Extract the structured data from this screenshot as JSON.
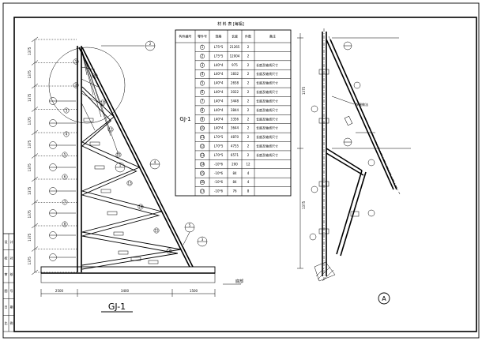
{
  "drawing": {
    "main_label": "GJ-1",
    "detail_marker": "A",
    "ground_label": "底部",
    "bottom_dims": [
      "2500",
      "3400",
      "1500"
    ],
    "left_dims": [
      "1375",
      "1375",
      "1375",
      "1375",
      "1375",
      "1375",
      "1375",
      "1375",
      "1375",
      "1375"
    ],
    "right_dims": [
      "1375",
      "1375"
    ],
    "callouts": [
      "1",
      "2",
      "3",
      "4",
      "5",
      "6",
      "7",
      "8",
      "9",
      "10",
      "11",
      "12",
      "13",
      "14",
      "15",
      "16"
    ],
    "weld_note": "焊缝做法"
  },
  "table": {
    "title": "材 料 表 [每榀]",
    "headers": [
      "构件编号",
      "零件号",
      "规格",
      "长度",
      "件数",
      "备注"
    ],
    "member_id": "GJ-1",
    "rows": [
      [
        "1",
        "L75*5",
        "21265",
        "2",
        ""
      ],
      [
        "2",
        "L75*5",
        "12004",
        "2",
        ""
      ],
      [
        "3",
        "L40*4",
        "975",
        "2",
        "长度及轴线尺寸"
      ],
      [
        "4",
        "L40*4",
        "1832",
        "2",
        "长度及轴线尺寸"
      ],
      [
        "5",
        "L40*4",
        "2658",
        "2",
        "长度及轴线尺寸"
      ],
      [
        "6",
        "L40*4",
        "3022",
        "2",
        "长度及轴线尺寸"
      ],
      [
        "7",
        "L40*4",
        "3448",
        "2",
        "长度及轴线尺寸"
      ],
      [
        "8",
        "L40*4",
        "3844",
        "2",
        "长度及轴线尺寸"
      ],
      [
        "9",
        "L40*4",
        "3356",
        "2",
        "长度及轴线尺寸"
      ],
      [
        "10",
        "L40*4",
        "3644",
        "2",
        "长度及轴线尺寸"
      ],
      [
        "11",
        "L70*5",
        "4870",
        "2",
        "长度及轴线尺寸"
      ],
      [
        "12",
        "L70*5",
        "4755",
        "2",
        "长度及轴线尺寸"
      ],
      [
        "13",
        "L70*5",
        "6571",
        "2",
        "长度及轴线尺寸"
      ],
      [
        "14",
        "-10*6",
        "200",
        "12",
        ""
      ],
      [
        "15",
        "-10*6",
        "84",
        "4",
        ""
      ],
      [
        "16",
        "-10*6",
        "84",
        "4",
        ""
      ],
      [
        "17",
        "-10*6",
        "76",
        "8",
        ""
      ]
    ]
  },
  "title_block": {
    "cells": [
      "设",
      "计",
      "校",
      "对",
      "审",
      "核",
      "图",
      "号",
      "日",
      "期",
      "比",
      "例"
    ]
  }
}
